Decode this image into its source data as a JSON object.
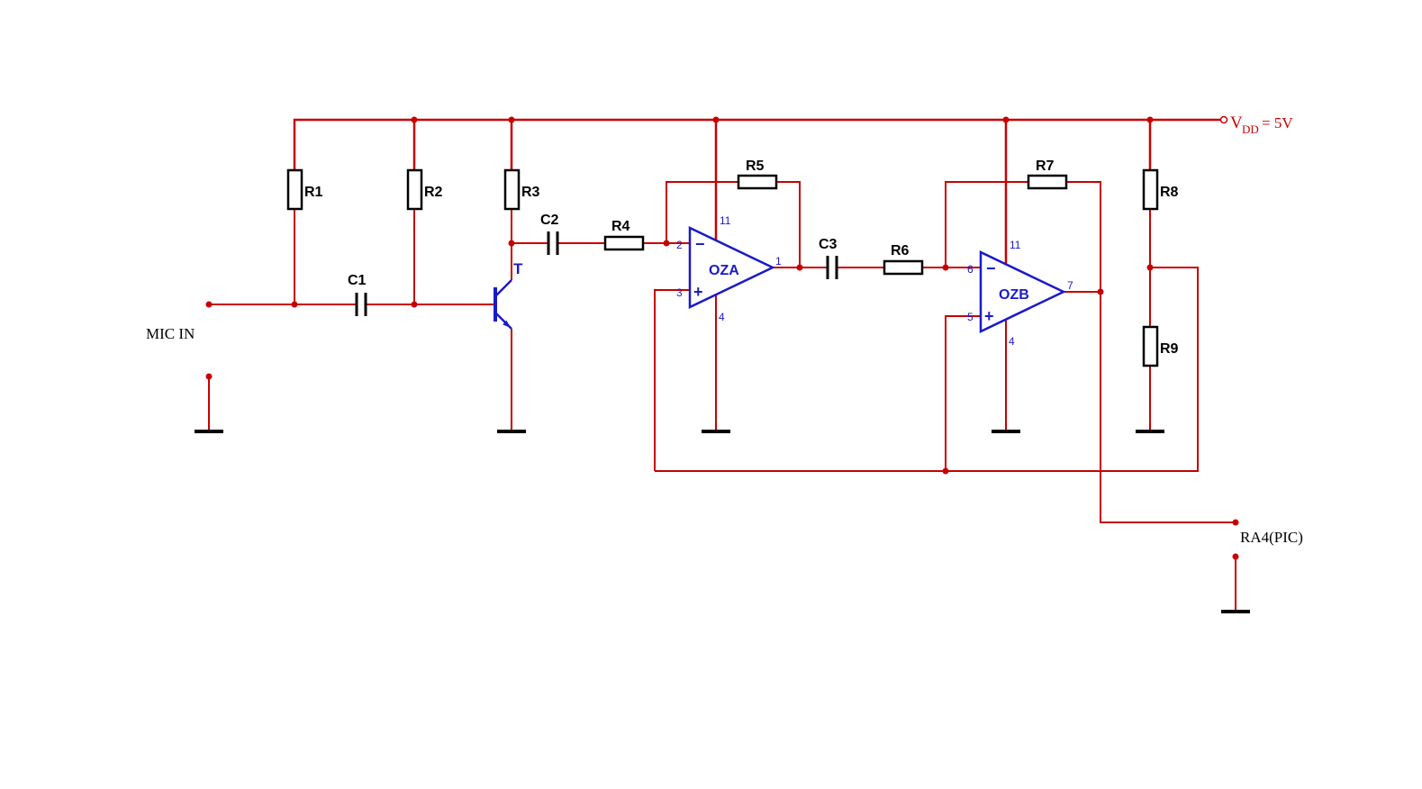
{
  "schematic": {
    "labels": {
      "mic_in": "MIC IN",
      "ra4": "RA4(PIC)",
      "vdd_v": "V",
      "vdd_sub": "DD",
      "vdd_value": "= 5V",
      "transistor": "T"
    },
    "resistors": {
      "R1": "R1",
      "R2": "R2",
      "R3": "R3",
      "R4": "R4",
      "R5": "R5",
      "R6": "R6",
      "R7": "R7",
      "R8": "R8",
      "R9": "R9"
    },
    "capacitors": {
      "C1": "C1",
      "C2": "C2",
      "C3": "C3"
    },
    "opamps": {
      "oza": {
        "name": "OZA",
        "sign_inverting": "−",
        "sign_noninverting": "+",
        "pin_power": "11",
        "pin_inverting": "2",
        "pin_noninverting": "3",
        "pin_ground": "4",
        "pin_output": "1"
      },
      "ozb": {
        "name": "OZB",
        "sign_inverting": "−",
        "sign_noninverting": "+",
        "pin_power": "11",
        "pin_inverting": "6",
        "pin_noninverting": "5",
        "pin_ground": "4",
        "pin_output": "7"
      }
    },
    "colors": {
      "wire_red": "#c80000",
      "device_blue": "#1a1ac8",
      "component_black": "#000000",
      "background": "#ffffff"
    }
  }
}
